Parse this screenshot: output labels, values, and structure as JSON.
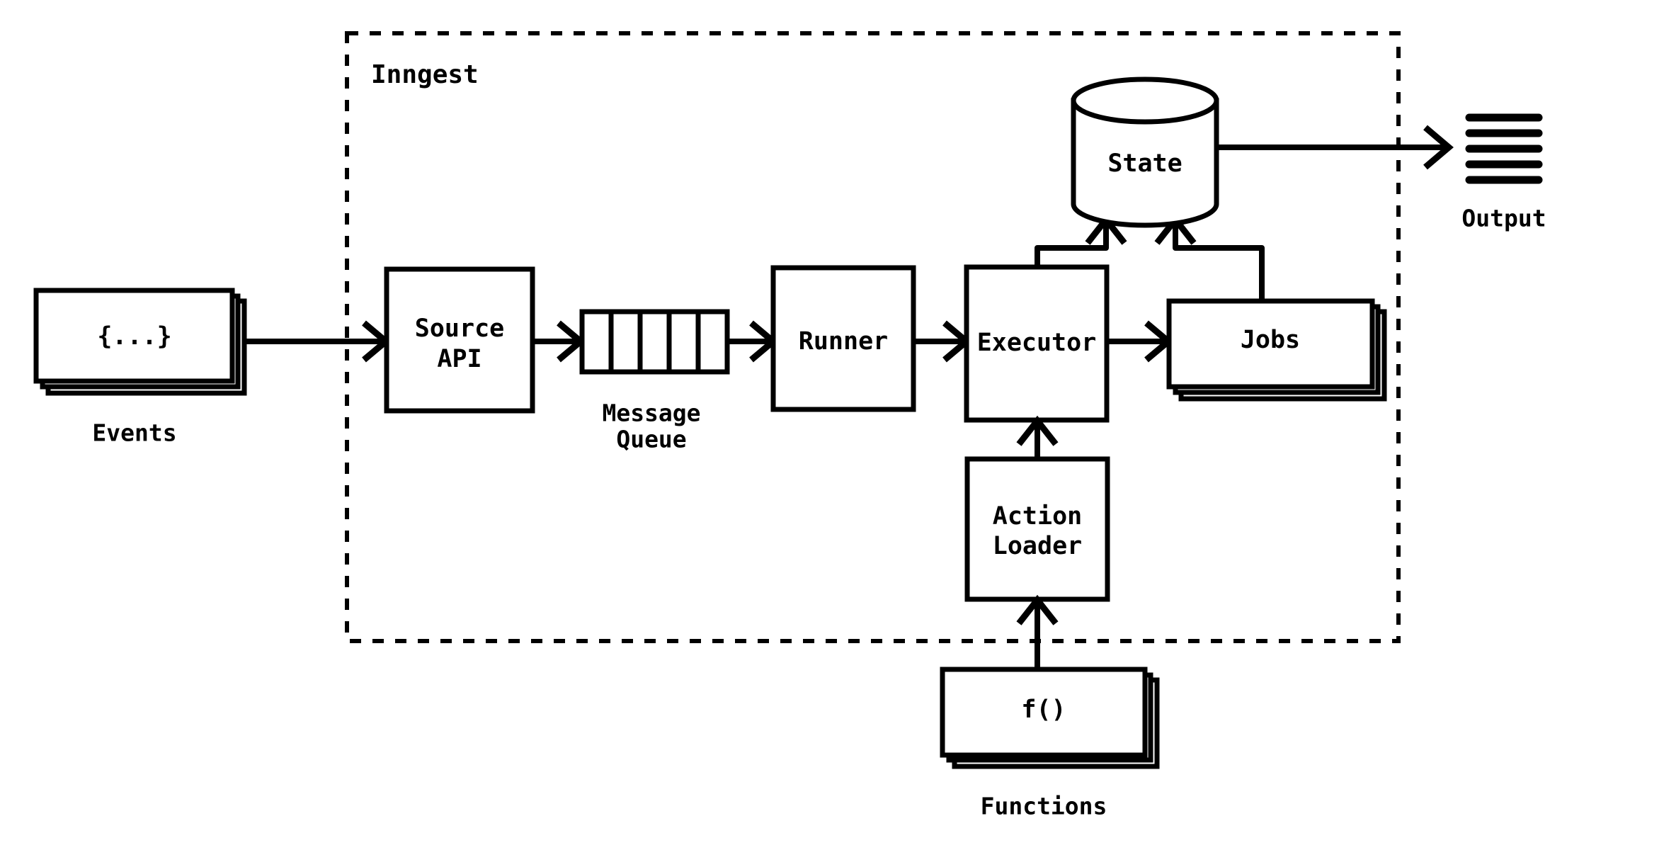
{
  "diagram": {
    "title": "Inngest",
    "background_color": "#ffffff",
    "line_color": "#000000",
    "container": {
      "label": "Inngest",
      "border_style": "dashed"
    },
    "nodes": {
      "events": {
        "label": "{...}",
        "caption": "Events",
        "icon": "stacked-cards-icon",
        "shape": "stacked-card"
      },
      "source_api": {
        "line1": "Source",
        "line2": "API",
        "shape": "rectangle"
      },
      "message_queue": {
        "caption_line1": "Message",
        "caption_line2": "Queue",
        "shape": "segmented-queue",
        "segments": 5
      },
      "runner": {
        "label": "Runner",
        "shape": "rectangle"
      },
      "executor": {
        "label": "Executor",
        "shape": "rectangle"
      },
      "jobs": {
        "label": "Jobs",
        "shape": "stacked-card"
      },
      "state": {
        "label": "State",
        "shape": "cylinder"
      },
      "output": {
        "caption": "Output",
        "icon": "lines-document-icon",
        "line_count": 5
      },
      "action_loader": {
        "line1": "Action",
        "line2": "Loader",
        "shape": "rectangle"
      },
      "functions": {
        "label": "f()",
        "caption": "Functions",
        "shape": "stacked-card"
      }
    },
    "edges": [
      {
        "from": "events",
        "to": "source_api",
        "style": "arrow"
      },
      {
        "from": "source_api",
        "to": "message_queue",
        "style": "arrow"
      },
      {
        "from": "message_queue",
        "to": "runner",
        "style": "arrow"
      },
      {
        "from": "runner",
        "to": "executor",
        "style": "arrow"
      },
      {
        "from": "executor",
        "to": "jobs",
        "style": "arrow"
      },
      {
        "from": "executor",
        "to": "state",
        "style": "elbow-arrow"
      },
      {
        "from": "jobs",
        "to": "state",
        "style": "elbow-arrow"
      },
      {
        "from": "state",
        "to": "output",
        "style": "arrow"
      },
      {
        "from": "action_loader",
        "to": "executor",
        "style": "arrow"
      },
      {
        "from": "functions",
        "to": "action_loader",
        "style": "arrow"
      }
    ]
  }
}
